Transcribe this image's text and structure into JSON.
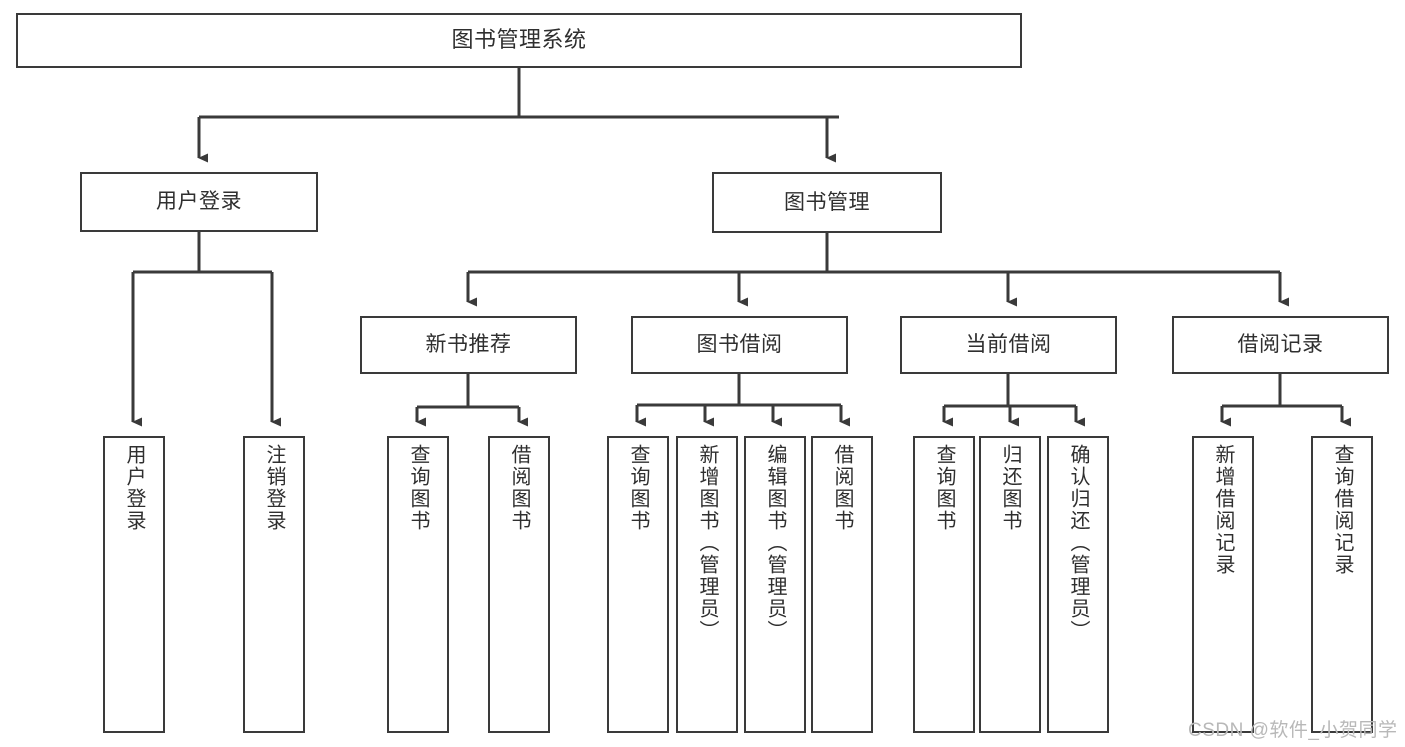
{
  "diagram": {
    "title": "图书管理系统",
    "type": "hierarchy-tree",
    "root": {
      "label": "图书管理系统"
    },
    "level1": [
      {
        "label": "用户登录"
      },
      {
        "label": "图书管理"
      }
    ],
    "level2": [
      {
        "label": "新书推荐"
      },
      {
        "label": "图书借阅"
      },
      {
        "label": "当前借阅"
      },
      {
        "label": "借阅记录"
      }
    ],
    "leaves_user_login": [
      {
        "label": "用户登录"
      },
      {
        "label": "注销登录"
      }
    ],
    "leaves_new_book": [
      {
        "label": "查询图书"
      },
      {
        "label": "借阅图书"
      }
    ],
    "leaves_borrow": [
      {
        "label": "查询图书"
      },
      {
        "label": "新增图书（管理员）"
      },
      {
        "label": "编辑图书（管理员）"
      },
      {
        "label": "借阅图书"
      }
    ],
    "leaves_current": [
      {
        "label": "查询图书"
      },
      {
        "label": "归还图书"
      },
      {
        "label": "确认归还（管理员）"
      }
    ],
    "leaves_record": [
      {
        "label": "新增借阅记录"
      },
      {
        "label": "查询借阅记录"
      }
    ]
  },
  "watermark": {
    "text": "CSDN @软件_小贺同学"
  },
  "colors": {
    "stroke": "#3a3a3a",
    "text": "#2f2f2f",
    "background": "#ffffff",
    "watermark": "#b8b8b8"
  }
}
